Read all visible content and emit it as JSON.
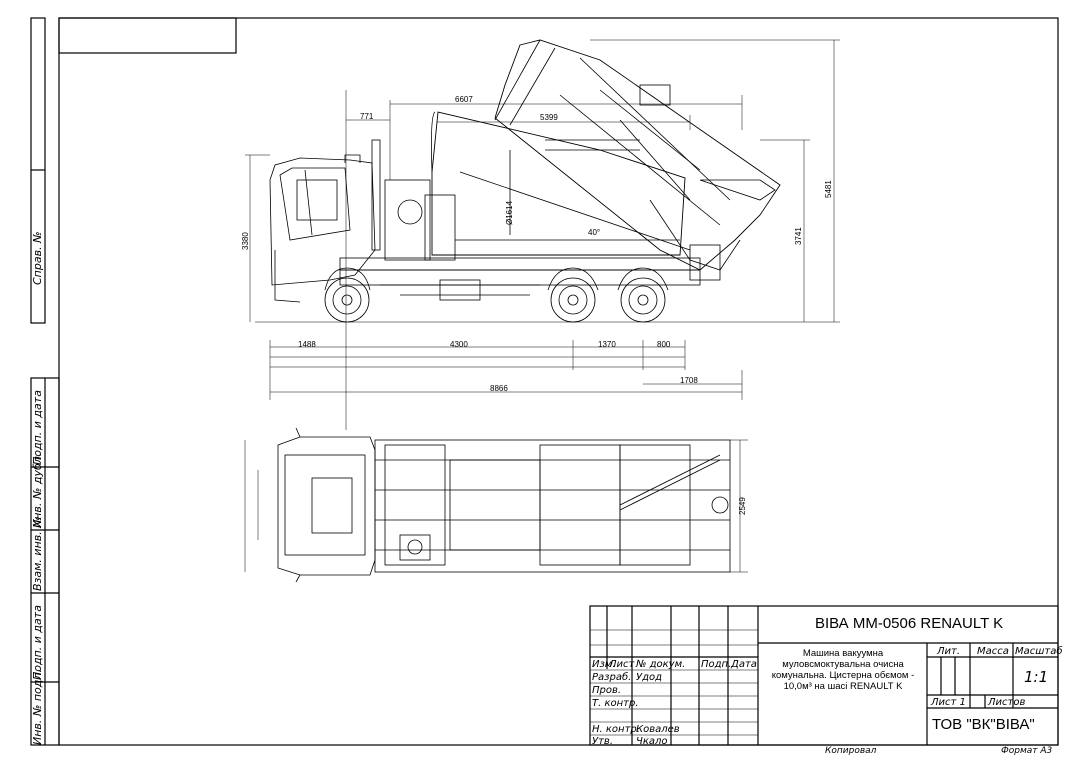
{
  "side_strip": {
    "sprav": "Справ. №",
    "podp_data_1": "Подп. и дата",
    "inv_dubl": "Инв. № дубл.",
    "vzam_inv": "Взам. инв. №",
    "podp_data_2": "Подп. и дата",
    "inv_podl": "Инв. № подл."
  },
  "dimensions": {
    "d771": "771",
    "d6607": "6607",
    "d5399": "5399",
    "d5481": "5481",
    "d3741": "3741",
    "d3380": "3380",
    "d1614": "Ø1614",
    "d40": "40°",
    "d1488": "1488",
    "d4300": "4300",
    "d1370": "1370",
    "d800": "800",
    "d1708": "1708",
    "d8866": "8866",
    "d2549": "2549"
  },
  "title_block": {
    "product_title": "ВІВА ММ-0506 RENAULT K",
    "description": "Машина вакуумна мулoвсмоктувальна очисна комунальна. Цистерна обємом - 10,0м³  на шасі RENAULT K",
    "col_izm": "Изм.",
    "col_list": "Лист",
    "col_dokum": "№ докум.",
    "col_podp": "Подп.",
    "col_data": "Дата",
    "row_razrab": "Разраб.",
    "row_razrab_name": "Удод",
    "row_prov": "Пров.",
    "row_tkontr": "Т. контр.",
    "row_nkontr": "Н. контр.",
    "row_nkontr_name": "Ковалев",
    "row_utv": "Утв.",
    "row_utv_name": "Чкало",
    "lit": "Лит.",
    "massa": "Масса",
    "masshtab": "Масштаб",
    "scale_value": "1:1",
    "list": "Лист 1",
    "listov": "Листов",
    "company": "ТОВ \"ВК\"ВІВА\""
  },
  "footer": {
    "kopiroval": "Копировал",
    "format": "Формат А3"
  }
}
